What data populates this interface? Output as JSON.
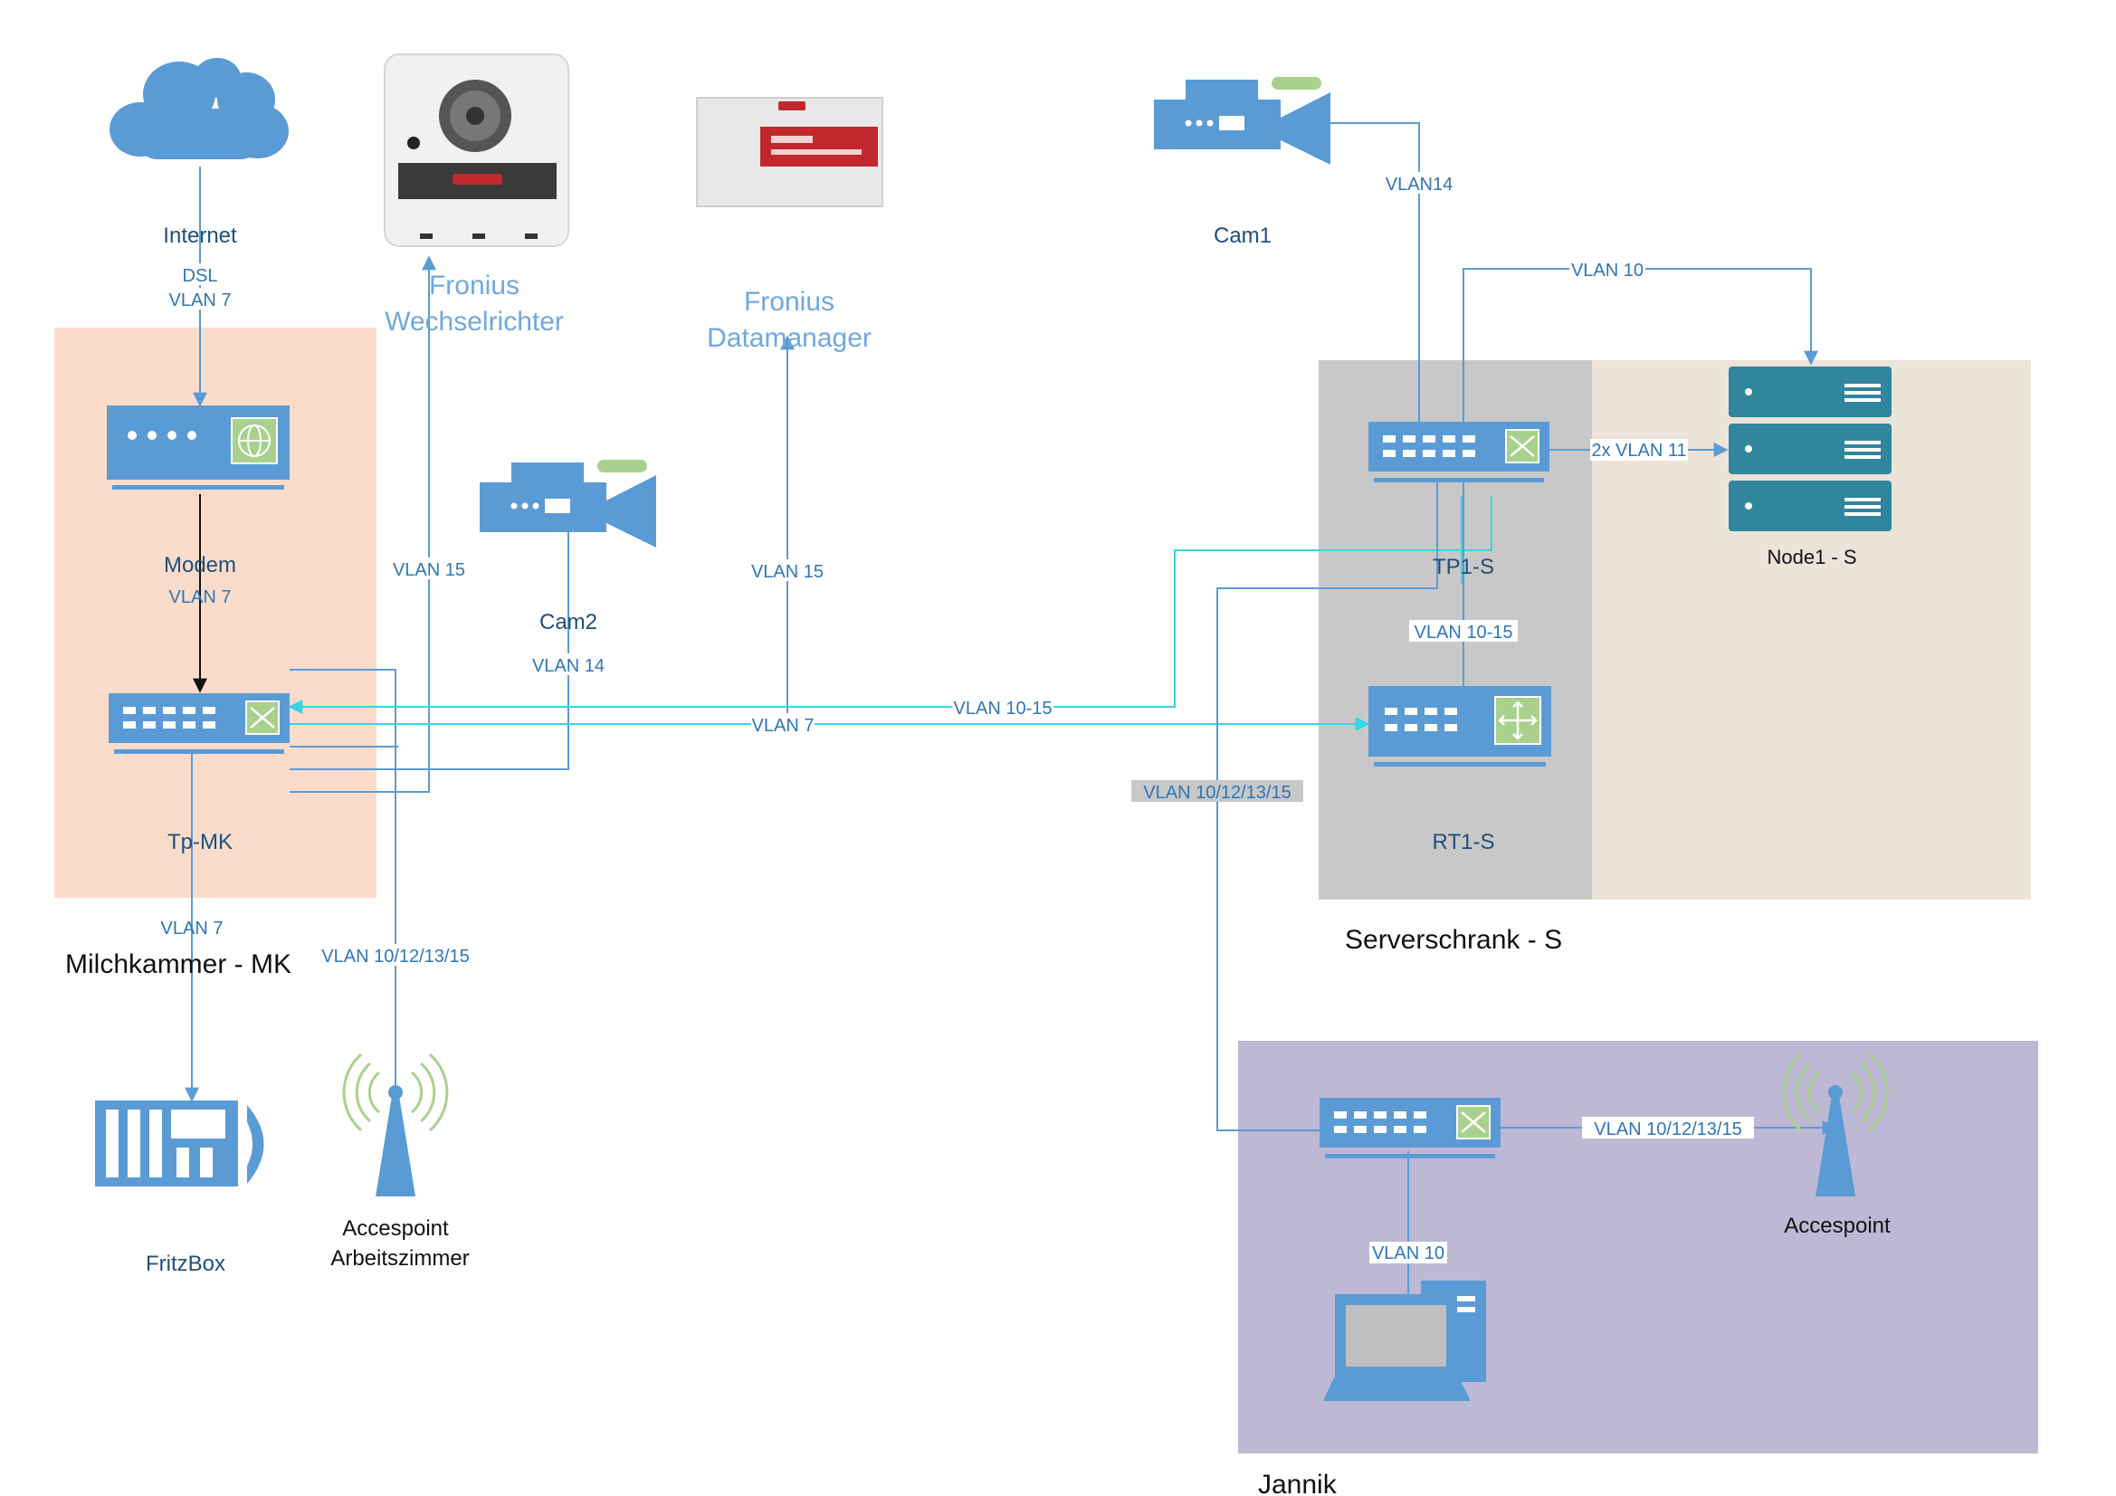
{
  "diagram": {
    "zones": {
      "milchkammer": "Milchkammer - MK",
      "serverschrank": "Serverschrank - S",
      "jannik": "Jannik"
    },
    "devices": {
      "internet": "Internet",
      "modem": "Modem",
      "tp_mk": "Tp-MK",
      "fritzbox": "FritzBox",
      "ap_arbeitszimmer_1": "Accespoint",
      "ap_arbeitszimmer_2": "Arbeitszimmer",
      "fronius_wr_1": "Fronius",
      "fronius_wr_2": "Wechselrichter",
      "fronius_dm_1": "Fronius",
      "fronius_dm_2": "Datamanager",
      "cam2": "Cam2",
      "cam1": "Cam1",
      "tp1_s": "TP1-S",
      "rt1_s": "RT1-S",
      "node1": "Node1 - S",
      "accespoint_jannik": "Accespoint"
    },
    "links": {
      "dsl": "DSL",
      "internet_vlan": "VLAN 7",
      "modem_vlan": "VLAN 7",
      "fritz_vlan": "VLAN 7",
      "ap_az_vlan": "VLAN 10/12/13/15",
      "fronius_wr_vlan": "VLAN 15",
      "fronius_dm_vlan": "VLAN 15",
      "cam2_vlan": "VLAN 14",
      "trunk_vlan": "VLAN 10-15",
      "wan_vlan": "VLAN 7",
      "cam1_vlan": "VLAN14",
      "tp1_node_vlan": "VLAN 10",
      "tp1_node_bond": "2x VLAN 11",
      "tp1_rt1_vlan": "VLAN 10-15",
      "jannik_uplink_vlan": "VLAN 10/12/13/15",
      "jannik_ap_vlan": "VLAN 10/12/13/15",
      "jannik_pc_vlan": "VLAN 10"
    },
    "colors": {
      "device_blue": "#5b9bd5",
      "cyan_link": "#33d6e6",
      "zone_mk": "#fbdccb",
      "zone_rack": "#c8c8c8",
      "zone_rack_side": "#ece3d9",
      "zone_jannik": "#bdb8d4",
      "wifi_green": "#a9d18e"
    }
  }
}
